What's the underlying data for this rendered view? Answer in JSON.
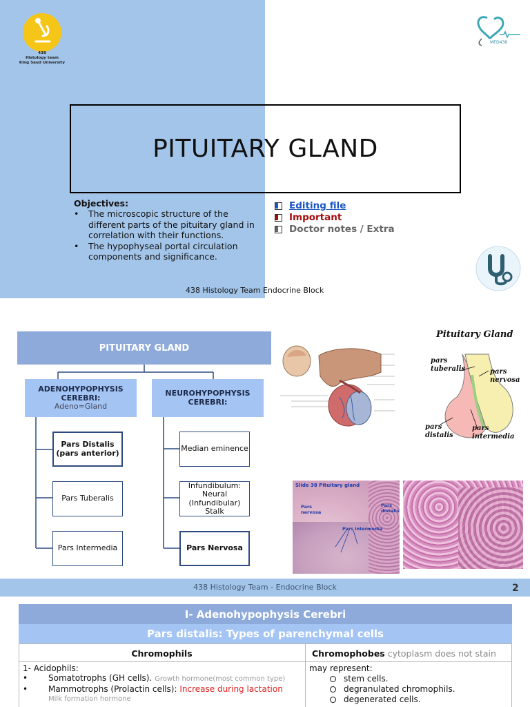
{
  "slide1": {
    "title": "PITUITARY GLAND",
    "team_logo_text_line1": "438",
    "team_logo_text_line2": "Histology team",
    "team_logo_text_line3": "King Saud University",
    "med_logo_text": "MED438",
    "objectives": {
      "heading": "Objectives:",
      "items": [
        "The microscopic structure of the different parts of the pituitary gland in correlation with their functions.",
        "The hypophyseal portal circulation components and significance."
      ]
    },
    "legend": [
      {
        "label": "Editing file",
        "color": "#1a56c4"
      },
      {
        "label": "Important",
        "color": "#a50d0d"
      },
      {
        "label": "Doctor notes / Extra",
        "color": "#666666"
      }
    ],
    "footer": "438 Histology Team   Endocrine Block"
  },
  "slide2": {
    "root": "PITUITARY GLAND",
    "adeno": {
      "title": "ADENOHYPOPHYSIS CEREBRI:",
      "subtitle": "Adeno=Gland",
      "children": [
        "Pars Distalis (pars anterior)",
        "Pars Tuberalis",
        "Pars Intermedia"
      ]
    },
    "neuro": {
      "title": "NEUROHYPOPHYSIS CEREBRI:",
      "children": [
        "Median eminence",
        "Infundibulum: Neural (Infundibular) Stalk",
        "Pars Nervosa"
      ]
    },
    "diagram_labels": {
      "title": "Pituitary Gland",
      "pars_tuberalis": "pars tuberalis",
      "pars_nervosa": "pars nervosa",
      "pars_distalis": "pars distalis",
      "pars_intermedia": "pars intermedia"
    },
    "slide_label": "Slide 38 Pituitary gland",
    "micro_labels": {
      "pars_nervosa": "Pars nervosa",
      "pars_distalis": "Pars distalis",
      "pars_intermedia": "Pars intermedia"
    },
    "footer": "438 Histology Team - Endocrine Block",
    "page_number": "2"
  },
  "slide3": {
    "header1": "I- Adenohypophysis Cerebri",
    "header2": "Pars distalis: Types of parenchymal cells",
    "col1_head": "Chromophils",
    "col2_head": "Chromophobes",
    "col2_head_note": "cytoplasm does not stain",
    "left": {
      "line1": "1- Acidophils:",
      "b1": "Somatotrophs (GH cells).",
      "b1_note": "Growth hormone(most common type)",
      "b2": "Mammotrophs (Prolactin cells):",
      "b2_red": "Increase during lactation",
      "b2_note": "Milk formation hormone"
    },
    "right": {
      "line1": "may represent:",
      "items": [
        "stem cells.",
        "degranulated chromophils.",
        "degenerated cells."
      ]
    }
  }
}
